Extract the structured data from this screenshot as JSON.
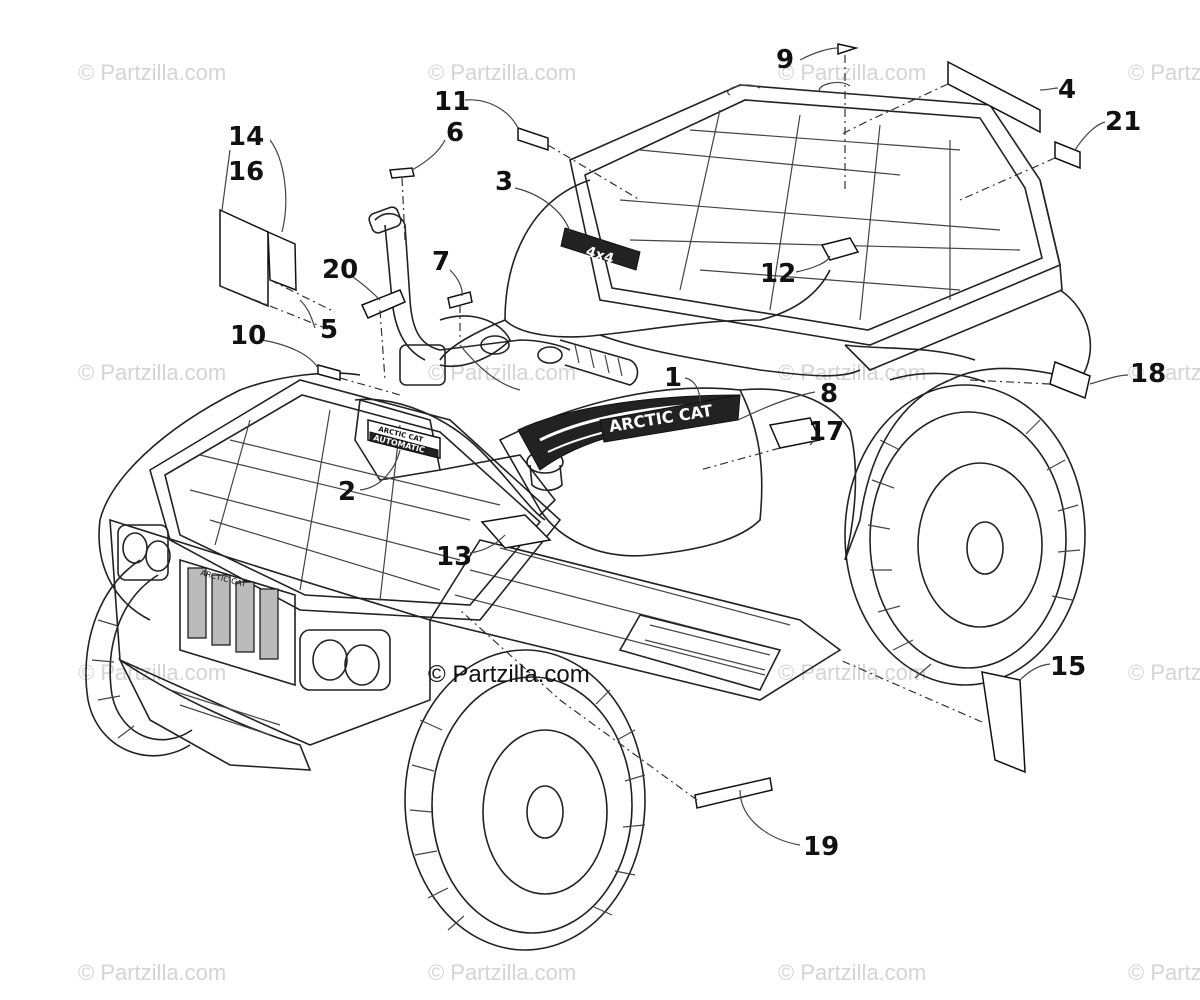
{
  "watermark": "© Partzilla.com",
  "watermark_center": "© Partzilla.com",
  "callouts": [
    "1",
    "2",
    "3",
    "4",
    "5",
    "6",
    "7",
    "8",
    "9",
    "10",
    "11",
    "12",
    "13",
    "14",
    "15",
    "16",
    "17",
    "18",
    "19",
    "20",
    "21"
  ],
  "decal_texts": {
    "side_logo": "ARCTIC CAT",
    "hood_badge": "4x4",
    "front_badge_top": "ARCTIC CAT",
    "front_badge_main": "AUTOMATIC",
    "grille_badge": "ARCTIC CAT"
  }
}
